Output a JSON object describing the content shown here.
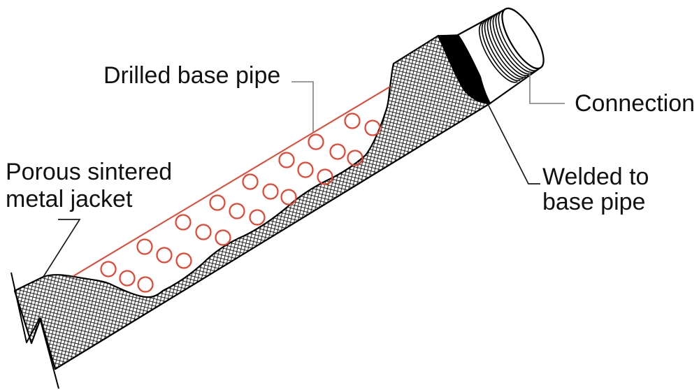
{
  "diagram": {
    "labels": {
      "drilled_base_pipe": "Drilled base pipe",
      "porous_line1": "Porous sintered",
      "porous_line2": "metal jacket",
      "connection": "Connection",
      "welded_line1": "Welded to",
      "welded_line2": "base pipe"
    },
    "colors": {
      "background": "#ffffff",
      "outline": "#000000",
      "drill_red": "#e8432e",
      "leader_gray": "#7d7d7d",
      "leader_black": "#1a1a1a",
      "weld_black": "#000000",
      "text": "#111111"
    }
  }
}
